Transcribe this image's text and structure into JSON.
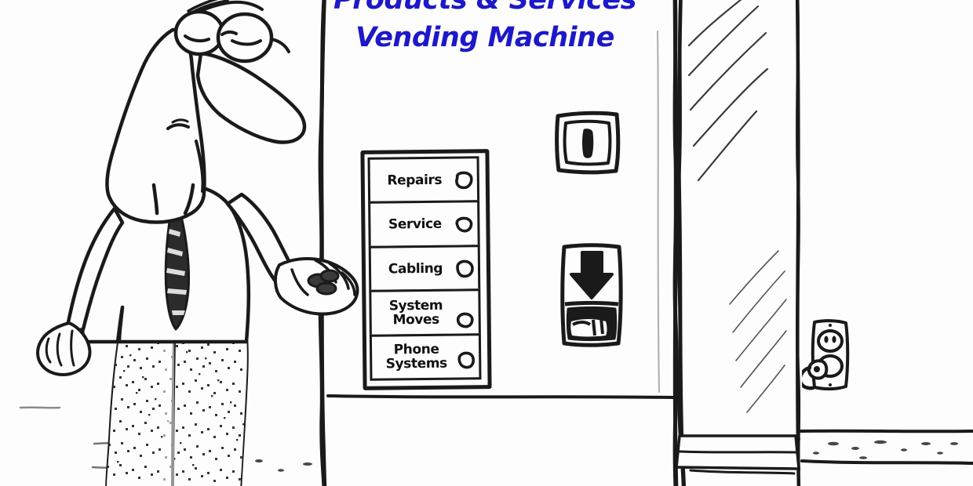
{
  "scene": {
    "kind": "cartoon-illustration",
    "background_color": "#fdfdfd",
    "ink_color": "#1a1a1a",
    "accent_color": "#1d18c8",
    "description": "Black and white line-art cartoon of a puzzled businessman holding coins in front of a large vending machine"
  },
  "title": {
    "line1": "Products & Services",
    "line2": "Vending Machine",
    "color": "#1d18c8"
  },
  "panel": {
    "rows": [
      {
        "label": "Repairs",
        "button": "round-button"
      },
      {
        "label": "Service",
        "button": "round-button"
      },
      {
        "label": "Cabling",
        "button": "round-button"
      },
      {
        "label": "System\nMoves",
        "button": "round-button"
      },
      {
        "label": "Phone\nSystems",
        "button": "round-button"
      }
    ]
  },
  "signs": {
    "coin_slot": "coin-slot-icon",
    "dispenser": "down-arrow-dispenser-icon",
    "outlet": "wall-outlet-unplugged-icon"
  },
  "figure": {
    "name": "puzzled-businessman",
    "details": "glasses, large nose, dress shirt, patterned necktie, textured trousers, hand extended holding coins"
  }
}
